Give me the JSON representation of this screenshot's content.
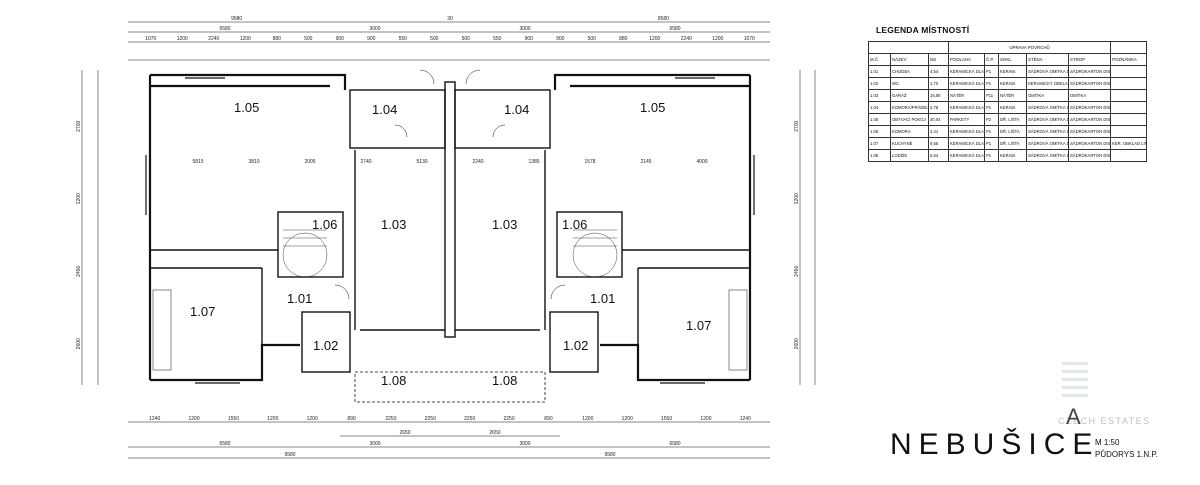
{
  "rooms": [
    {
      "id": "r105l",
      "label": "1.05"
    },
    {
      "id": "r104l",
      "label": "1.04"
    },
    {
      "id": "r104r",
      "label": "1.04"
    },
    {
      "id": "r105r",
      "label": "1.05"
    },
    {
      "id": "r106l",
      "label": "1.06"
    },
    {
      "id": "r103l",
      "label": "1.03"
    },
    {
      "id": "r103r",
      "label": "1.03"
    },
    {
      "id": "r106r",
      "label": "1.06"
    },
    {
      "id": "r107l",
      "label": "1.07"
    },
    {
      "id": "r101l",
      "label": "1.01"
    },
    {
      "id": "r102l",
      "label": "1.02"
    },
    {
      "id": "r108l",
      "label": "1.08"
    },
    {
      "id": "r108r",
      "label": "1.08"
    },
    {
      "id": "r102r",
      "label": "1.02"
    },
    {
      "id": "r101r",
      "label": "1.01"
    },
    {
      "id": "r107r",
      "label": "1.07"
    }
  ],
  "dimensions": {
    "top_overall": [
      "9580",
      "30",
      "9580"
    ],
    "top_second": [
      "6580",
      "3000",
      "3000",
      "6580"
    ],
    "top_chain": [
      "1070",
      "1200",
      "2240",
      "1200",
      "880",
      "500",
      "900",
      "900",
      "550",
      "500",
      "500",
      "550",
      "900",
      "900",
      "500",
      "880",
      "1200",
      "2240",
      "1200",
      "1070"
    ],
    "bottom_chain": [
      "1240",
      "1200",
      "1550",
      "1200",
      "1200",
      "890",
      "2250",
      "2250",
      "2250",
      "2250",
      "890",
      "1200",
      "1200",
      "1550",
      "1200",
      "1240"
    ],
    "bottom_second": [
      "2650",
      "2650"
    ],
    "bottom_total": [
      "6580",
      "3000",
      "3000",
      "6580"
    ],
    "bottom_overall": [
      "9580",
      "9580"
    ],
    "left_side": [
      "2700",
      "1200",
      "2450",
      "2600"
    ],
    "right_side": [
      "2700",
      "1200",
      "2450",
      "2600"
    ],
    "inner": [
      "5815",
      "3810",
      "2005",
      "2740",
      "5130",
      "2240",
      "1385",
      "1578",
      "2145",
      "4000"
    ]
  },
  "legend": {
    "title": "LEGENDA MÍSTNOSTÍ",
    "group_header": "ÚPRAVA POVRCHŮ",
    "headers": [
      "M.Č.",
      "NÁZEV",
      "M2",
      "PODLAHA",
      "Č.P.",
      "SOKL",
      "STĚNA",
      "STROP",
      "POZNÁMKA"
    ],
    "rows": [
      [
        "1.01",
        "CHODBA",
        "4,54",
        "KERAMICKÁ DLAŽBA",
        "P1",
        "KERAM.",
        "SÁDROVÁ OMÍTKA DISP. NÁTĚR",
        "SÁDROKARTON DISP. NÁTĚR",
        ""
      ],
      [
        "1.02",
        "WC",
        "1,70",
        "KERAMICKÁ DLAŽBA",
        "P1",
        "KERAM.",
        "KERAMICKÝ OBKLAD DISP. NÁTĚR",
        "SÁDROKARTON DISP. NÁTĚR",
        ""
      ],
      [
        "1.03",
        "GARÁŽ",
        "16,06",
        "NÁTĚR",
        "P11",
        "NÁTĚR",
        "OMÍTKA",
        "OMÍTKA",
        ""
      ],
      [
        "1.04",
        "KOMORA/PRÁDELNA",
        "2,78",
        "KERAMICKÁ DLAŽBA",
        "P1",
        "KERAM.",
        "SÁDROVÁ OMÍTKA DISP. NÁTĚR",
        "SÁDROKARTON DISP. NÁTĚR",
        ""
      ],
      [
        "1.05",
        "OBÝVACÍ POKOJ",
        "30,04",
        "PARKETY",
        "P2",
        "DŘ. LIŠTA",
        "SÁDROVÁ OMÍTKA DISP. NÁTĚR",
        "SÁDROKARTON DISP. NÁTĚR",
        ""
      ],
      [
        "1.06",
        "KOMORA",
        "3,41",
        "KERAMICKÁ DLAŽBA",
        "P1",
        "DŘ. LIŠTA",
        "SÁDROVÁ OMÍTKA DISP. NÁTĚR",
        "SÁDROKARTON DISP. NÁTĚR",
        ""
      ],
      [
        "1.07",
        "KUCHYNĚ",
        "9,55",
        "KERAMICKÁ DLAŽBA",
        "P1",
        "DŘ. LIŠTA",
        "SÁDROVÁ OMÍTKA DISP. NÁTĚR",
        "SÁDROKARTON DISP. NÁTĚR",
        "KER. OBKLAD LIN. LINKOU"
      ],
      [
        "1.08",
        "LODŽIE",
        "6,64",
        "KERAMICKÁ DLAŽBA",
        "P1",
        "KERAM.",
        "SÁDROVÁ OMÍTKA DISP. NÁTĚR",
        "SÁDROKARTON DISP. NÁTĚR",
        ""
      ]
    ]
  },
  "title_block": {
    "project": "NEBUŠICE",
    "scale": "M 1:50",
    "sheet": "PŮDORYS 1.N.P.",
    "brand": "CZECH ESTATES",
    "logo_letter": "A"
  }
}
